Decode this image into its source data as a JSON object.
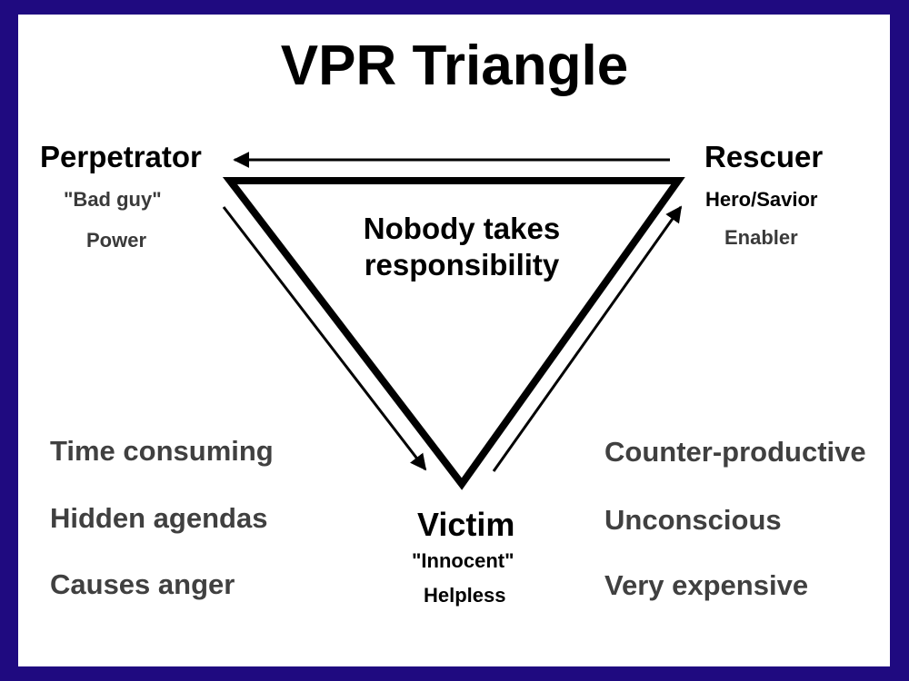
{
  "title": "VPR Triangle",
  "center_label": "Nobody takes responsibility",
  "roles": {
    "perpetrator": {
      "name": "Perpetrator",
      "line1": "\"Bad guy\"",
      "line2": "Power"
    },
    "rescuer": {
      "name": "Rescuer",
      "line1": "Hero/Savior",
      "line2": "Enabler"
    },
    "victim": {
      "name": "Victim",
      "line1": "\"Innocent\"",
      "line2": "Helpless"
    }
  },
  "left_effects": [
    "Time consuming",
    "Hidden agendas",
    "Causes anger"
  ],
  "right_effects": [
    "Counter-productive",
    "Unconscious",
    "Very expensive"
  ],
  "colors": {
    "border": "#1f0a80",
    "background": "#ffffff",
    "ink": "#000000",
    "muted_text": "#404040"
  }
}
